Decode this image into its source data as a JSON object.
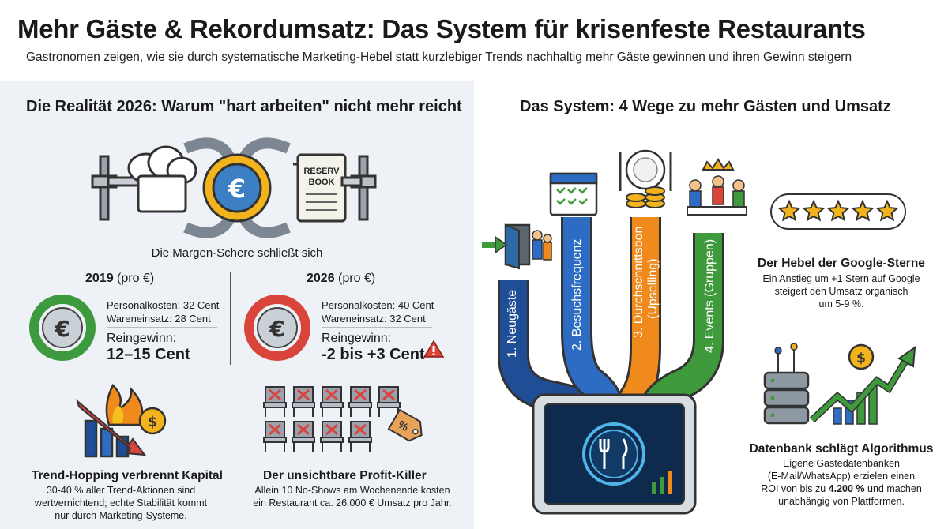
{
  "header": {
    "title": "Mehr Gäste & Rekordumsatz: Das System für krisenfeste Restaurants",
    "subtitle": "Gastronomen zeigen, wie sie durch systematische Marketing-Hebel statt kurzlebiger Trends nachhaltig mehr Gäste gewinnen und ihren Gewinn steigern"
  },
  "left": {
    "title": "Die Realität 2026: Warum \"hart arbeiten\" nicht mehr reicht",
    "book_label_1": "RESERV",
    "book_label_2": "BOOK",
    "scissors_caption": "Die Margen-Schere schließt sich",
    "y2019": {
      "heading_year": "2019",
      "heading_unit": "(pro €)",
      "personnel": "Personalkosten: 32 Cent",
      "goods": "Wareneinsatz: 28 Cent",
      "profit_label": "Reingewinn:",
      "profit_value": "12–15 Cent"
    },
    "y2026": {
      "heading_year": "2026",
      "heading_unit": "(pro €)",
      "personnel": "Personalkosten: 40 Cent",
      "goods": "Wareneinsatz: 32 Cent",
      "profit_label": "Reingewinn:",
      "profit_value": "-2 bis +3 Cent"
    },
    "trend": {
      "title": "Trend-Hopping verbrennt Kapital",
      "text1": "30-40 % aller Trend-Aktionen sind",
      "text2": "wertvernichtend; echte Stabilität kommt",
      "text3": "nur durch Marketing-Systeme."
    },
    "noshow": {
      "title": "Der unsichtbare Profit-Killer",
      "text1": "Allein 10 No-Shows am Wochenende kosten",
      "text2": "ein Restaurant ca. 26.000 € Umsatz pro Jahr.",
      "tag": "%"
    }
  },
  "right": {
    "title": "Das System: 4 Wege zu mehr Gästen und Umsatz",
    "pipes": [
      {
        "label": "1. Neugäste",
        "color": "#1f4e96"
      },
      {
        "label": "2. Besuchsfrequenz",
        "color": "#2e6bc2"
      },
      {
        "label": "3. Durchschnittsbon",
        "label2": "(Upselling)",
        "color": "#f08a1c"
      },
      {
        "label": "4. Events (Gruppen)",
        "color": "#3f9a3c"
      }
    ],
    "google": {
      "title": "Der Hebel der Google-Sterne",
      "text1": "Ein Anstieg um +1 Stern auf Google",
      "text2": "steigert den Umsatz organisch",
      "text3": "um 5-9 %."
    },
    "database": {
      "title": "Datenbank schlägt Algorithmus",
      "text1": "Eigene Gästedatenbanken",
      "text2": "(E-Mail/WhatsApp) erzielen einen",
      "text3_pre": "ROI von bis zu ",
      "text3_bold": "4.200 %",
      "text3_post": " und machen",
      "text4": "unabhängig von Plattformen."
    }
  },
  "colors": {
    "green": "#3d9a3f",
    "red": "#d9443b",
    "blue_dark": "#1f4e96",
    "blue": "#2e6bc2",
    "orange": "#f08a1c",
    "gold": "#f2b31c"
  }
}
